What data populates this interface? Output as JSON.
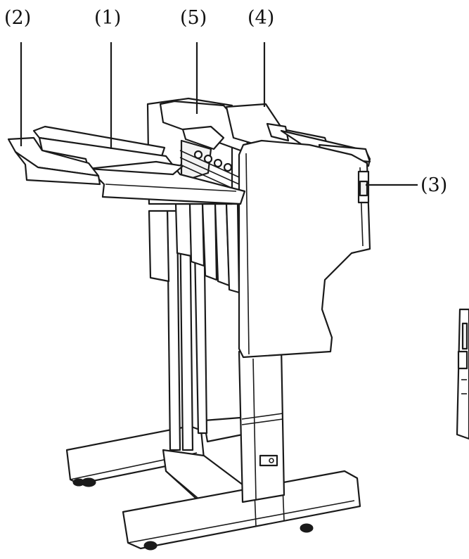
{
  "callouts": {
    "c1": "(1)",
    "c2": "(2)",
    "c3": "(3)",
    "c4": "(4)",
    "c5": "(5)"
  },
  "colors": {
    "line": "#1a1a1a",
    "background": "#ffffff"
  }
}
